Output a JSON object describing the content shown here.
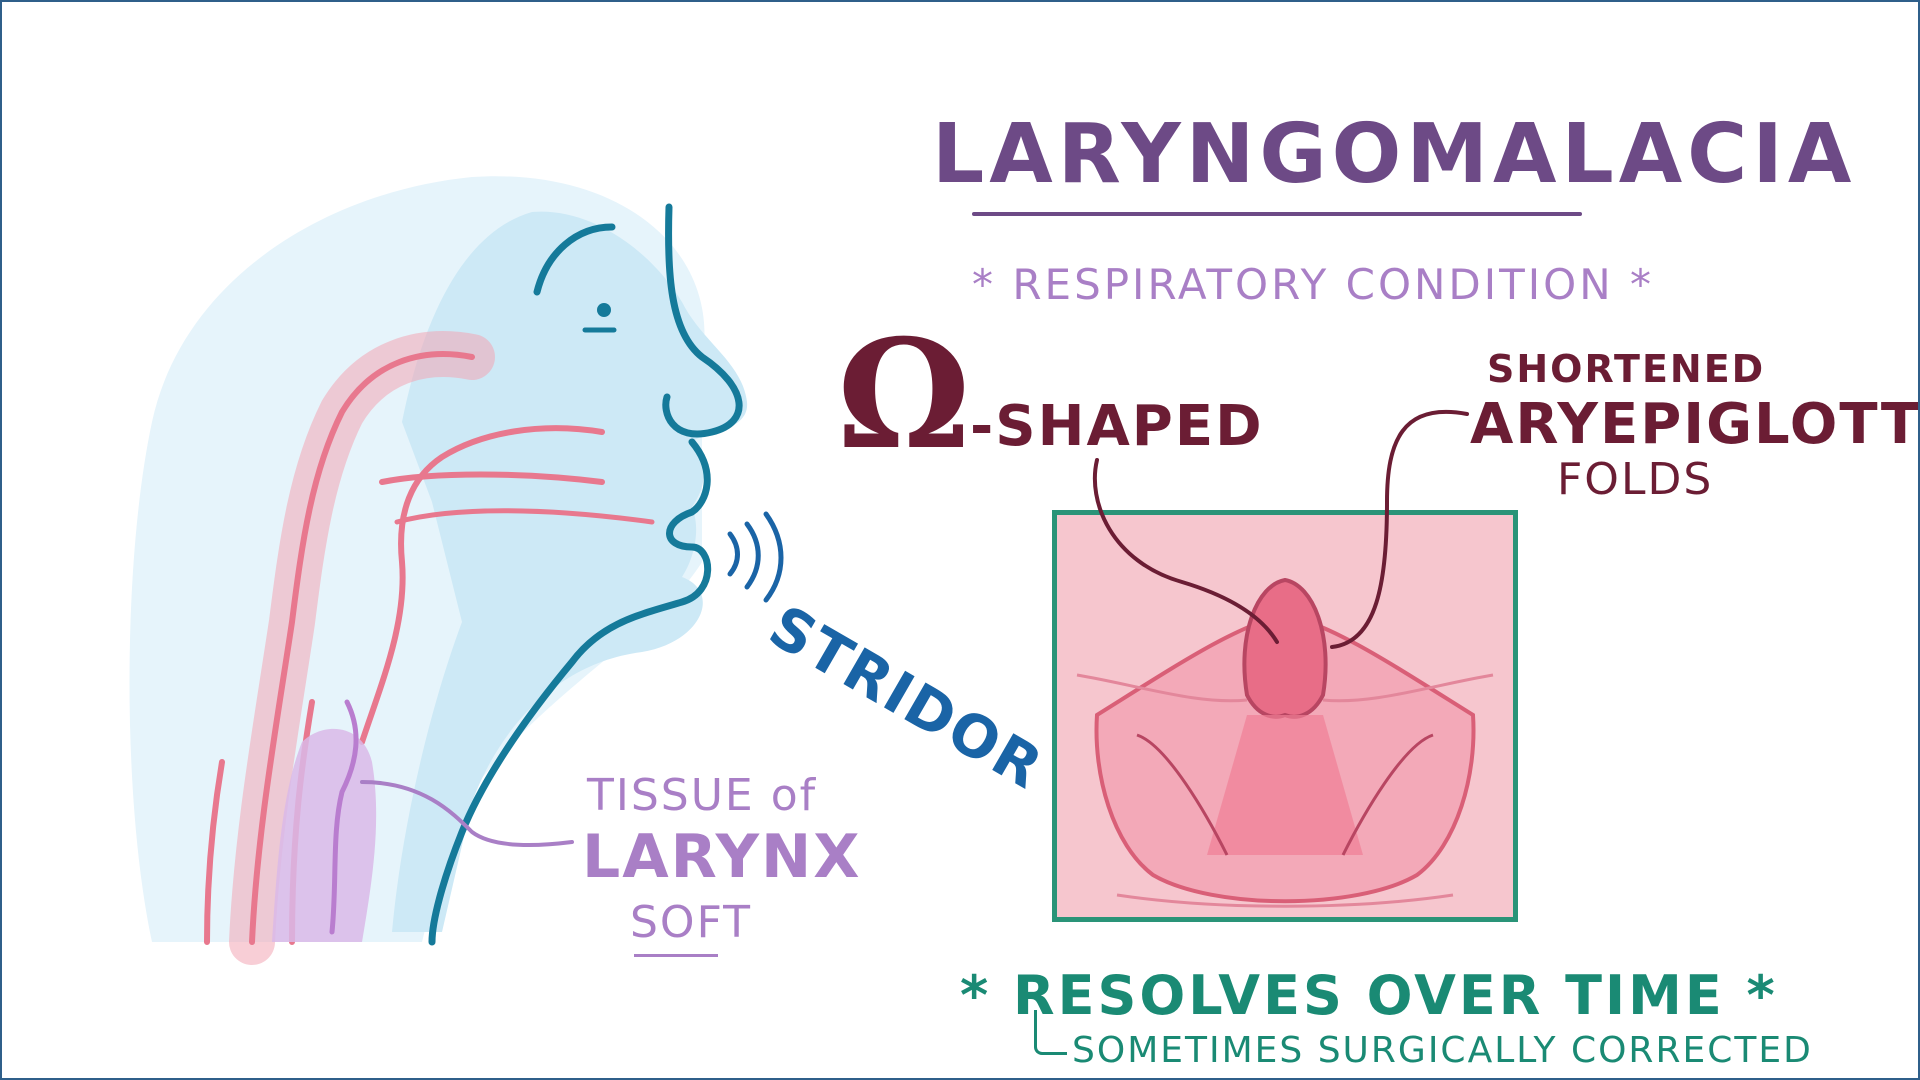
{
  "title": "LARYNGOMALACIA",
  "subtitle": "* RESPIRATORY CONDITION *",
  "symbol": "Ω",
  "shaped_label": "-SHAPED",
  "folds_label": {
    "line1": "SHORTENED",
    "line2": "ARYEPIGLOTTIC",
    "line3": "FOLDS"
  },
  "stridor_label": "STRIDOR",
  "tissue_label": {
    "line1": "TISSUE of",
    "line2": "LARYNX",
    "line3": "SOFT"
  },
  "resolves_label": "* RESOLVES OVER TIME *",
  "corrected_label": "SOMETIMES SURGICALLY CORRECTED",
  "colors": {
    "title": "#6d4a86",
    "subtitle": "#a97fc6",
    "maroon": "#6b1d34",
    "blue": "#1a64a6",
    "teal": "#1a8a74",
    "skin": "#d6eef8",
    "airway": "#e8788e"
  },
  "icons": [
    "sound-waves-icon",
    "head-profile-illustration",
    "larynx-view-illustration"
  ]
}
